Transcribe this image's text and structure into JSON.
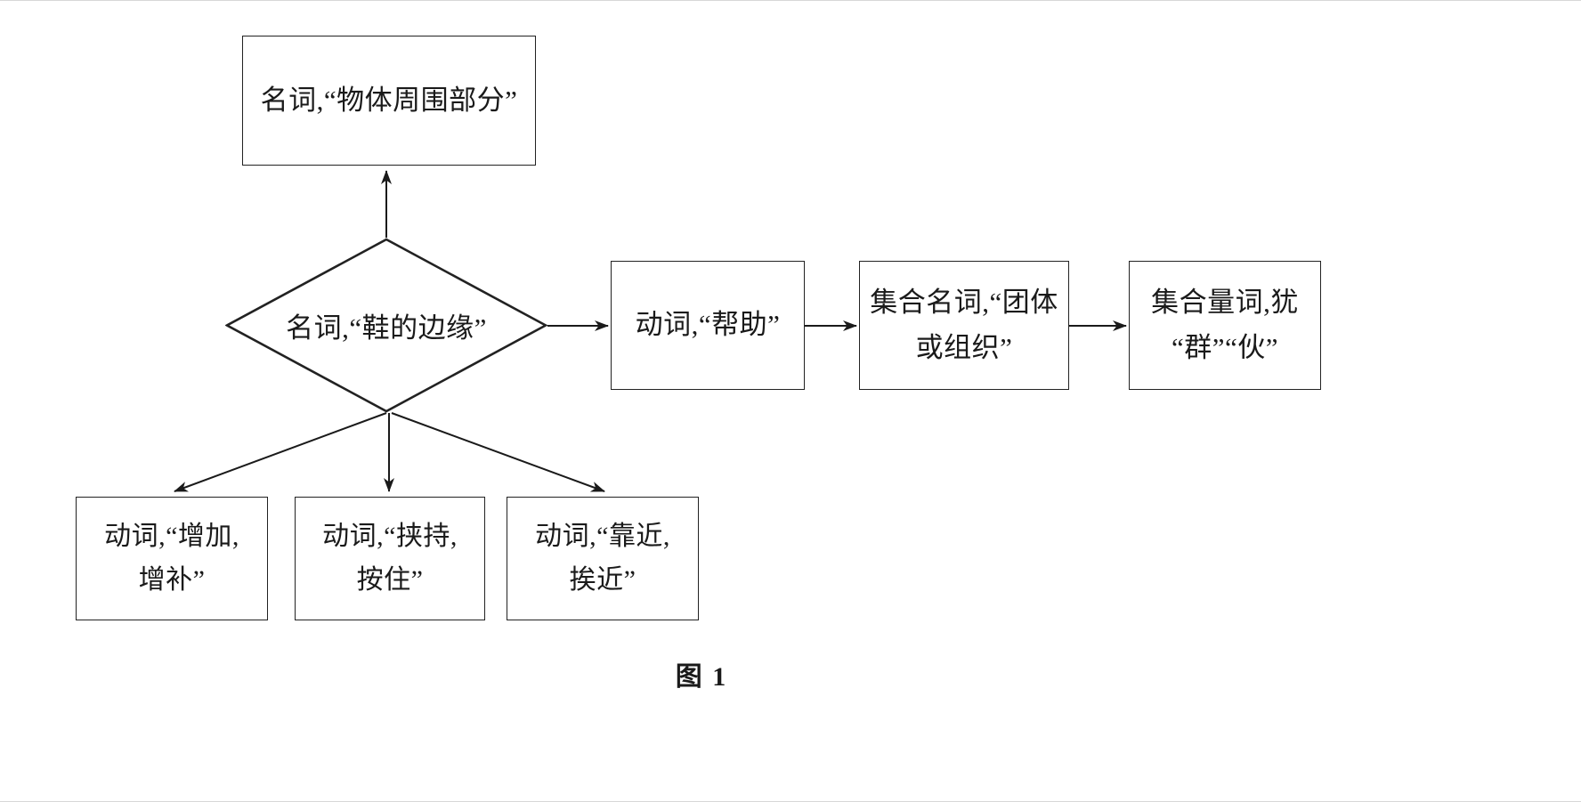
{
  "figure": {
    "caption": "图 1",
    "type": "flowchart",
    "background_color": "#ffffff",
    "line_color": "#222222",
    "text_color": "#1a1a1a"
  },
  "nodes": {
    "top": {
      "id": "node-top",
      "shape": "rectangle",
      "text": "名词,“物体周围部分”"
    },
    "diamond": {
      "id": "node-diamond",
      "shape": "diamond",
      "text": "名词,“鞋的边缘”"
    },
    "help": {
      "id": "node-help",
      "shape": "rectangle",
      "text": "动词,“帮助”"
    },
    "group": {
      "id": "node-group",
      "shape": "rectangle",
      "text": "集合名词,“团体\n或组织”"
    },
    "measure": {
      "id": "node-measure",
      "shape": "rectangle",
      "text": "集合量词,犹\n“群”“伙”"
    },
    "add": {
      "id": "node-add",
      "shape": "rectangle",
      "text": "动词,“增加,\n增补”"
    },
    "hold": {
      "id": "node-hold",
      "shape": "rectangle",
      "text": "动词,“挟持,\n按住”"
    },
    "near": {
      "id": "node-near",
      "shape": "rectangle",
      "text": "动词,“靠近,\n挨近”"
    }
  },
  "edges": [
    {
      "name": "diamond-to-top",
      "from": "diamond",
      "to": "top",
      "direction": "up",
      "arrowhead": "filled-triangle"
    },
    {
      "name": "diamond-to-help",
      "from": "diamond",
      "to": "help",
      "direction": "right",
      "arrowhead": "filled-triangle"
    },
    {
      "name": "help-to-group",
      "from": "help",
      "to": "group",
      "direction": "right",
      "arrowhead": "filled-triangle"
    },
    {
      "name": "group-to-measure",
      "from": "group",
      "to": "measure",
      "direction": "right",
      "arrowhead": "filled-triangle"
    },
    {
      "name": "diamond-to-add",
      "from": "diamond",
      "to": "add",
      "direction": "down-left",
      "arrowhead": "filled-triangle"
    },
    {
      "name": "diamond-to-hold",
      "from": "diamond",
      "to": "hold",
      "direction": "down",
      "arrowhead": "filled-triangle"
    },
    {
      "name": "diamond-to-near",
      "from": "diamond",
      "to": "near",
      "direction": "down-right",
      "arrowhead": "filled-triangle"
    }
  ]
}
